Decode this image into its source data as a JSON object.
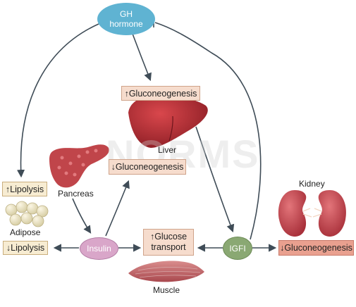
{
  "nodes": {
    "gh": "GH\nhormone",
    "insulin": "Insulin",
    "igf": "IGFI"
  },
  "boxes": {
    "gluconeogenesis_up": "↑Gluconeogenesis",
    "gluconeogenesis_down": "↓Gluconeogenesis",
    "lipolysis_up": "↑Lipolysis",
    "lipolysis_down": "↓Lipolysis",
    "glucose_transport": "↑Glucose\ntransport",
    "kidney_gluconeogenesis": "↓Gluconeogenesis"
  },
  "labels": {
    "liver": "Liver",
    "pancreas": "Pancreas",
    "adipose": "Adipose",
    "muscle": "Muscle",
    "kidney": "Kidney"
  },
  "watermark": "NORMS",
  "colors": {
    "gh_node": "#5fb3d2",
    "insulin_node": "#d9a6c9",
    "igf_node": "#8aa873",
    "arrow": "#3f4c57",
    "organ_red": "#b8343a"
  }
}
